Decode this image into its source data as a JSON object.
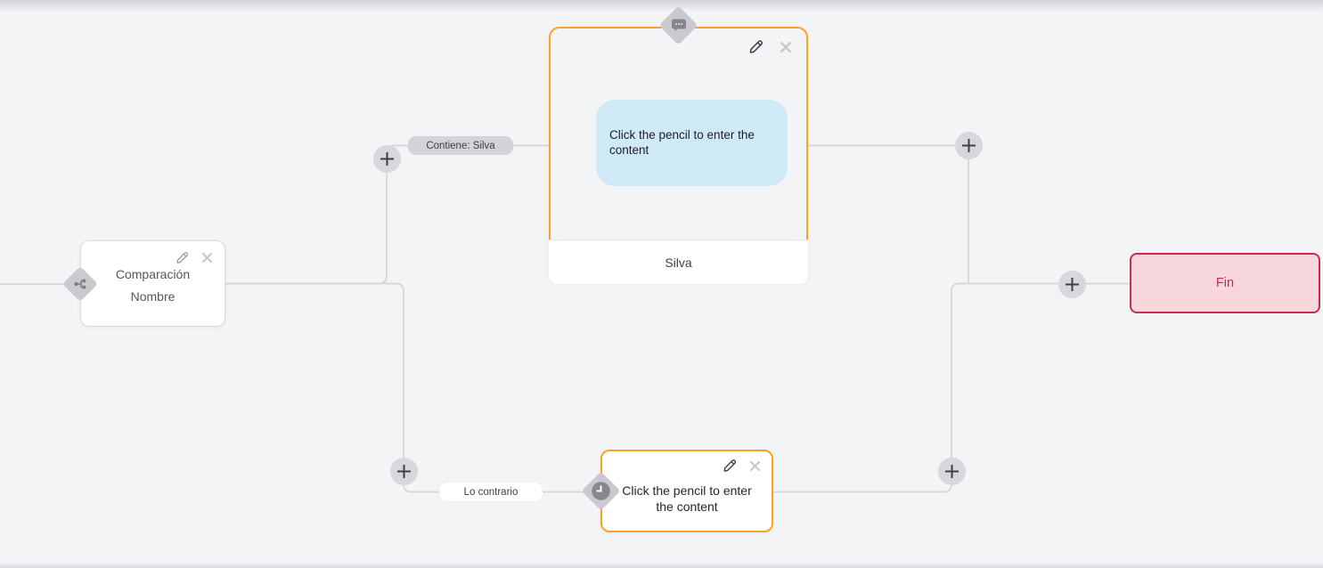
{
  "colors": {
    "canvas_bg": "#f3f4f6",
    "connector": "#d4d5d9",
    "accent_orange": "#f9a128",
    "accent_red": "#c4304a",
    "end_bg": "#f7d7db",
    "bubble_blue": "#cfe9f7",
    "handle_gray": "#c9c9cf",
    "plus_bg": "#d8d8dc",
    "pill_gray": "#d3d3d8"
  },
  "nodes": {
    "condition": {
      "title_lines": [
        "Comparación",
        "Nombre"
      ],
      "icon": "branch-split-icon"
    },
    "message": {
      "placeholder": "Click the pencil to enter the content",
      "footer_label": "Silva",
      "icon": "chat-bubble-icon"
    },
    "delay": {
      "placeholder": "Click the pencil to enter the content",
      "icon": "clock-icon"
    },
    "end": {
      "label": "Fin"
    }
  },
  "edges": {
    "condition_true_label": "Contiene: Silva",
    "otherwise_label": "Lo contrario"
  },
  "icons": {
    "edit": "pencil-icon",
    "delete": "close-icon",
    "add": "plus-icon"
  }
}
